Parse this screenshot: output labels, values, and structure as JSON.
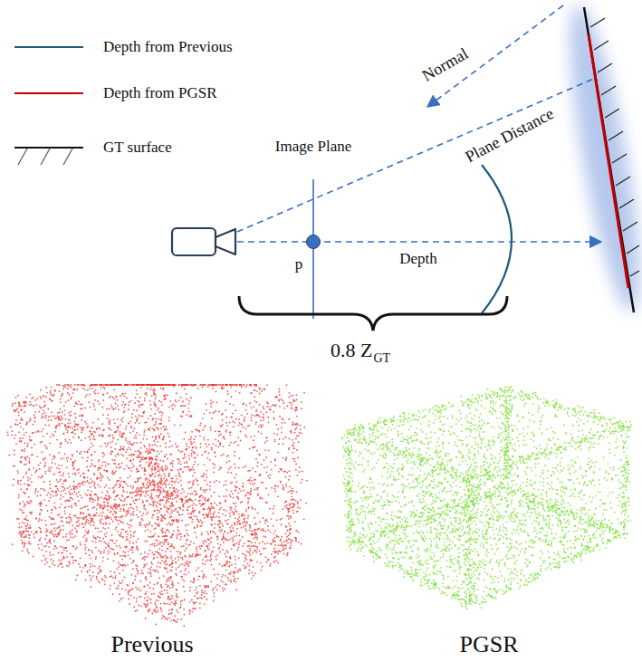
{
  "diagram": {
    "labels": [
      "Normal",
      "Plane Distance",
      "Image Plane",
      "p",
      "Depth",
      "0.8 Z",
      "GT",
      "Previous",
      "PGSR"
    ],
    "legend": [
      {
        "text": "Depth from Previous"
      },
      {
        "text": "Depth from PGSR"
      },
      {
        "text": "GT surface"
      }
    ]
  }
}
